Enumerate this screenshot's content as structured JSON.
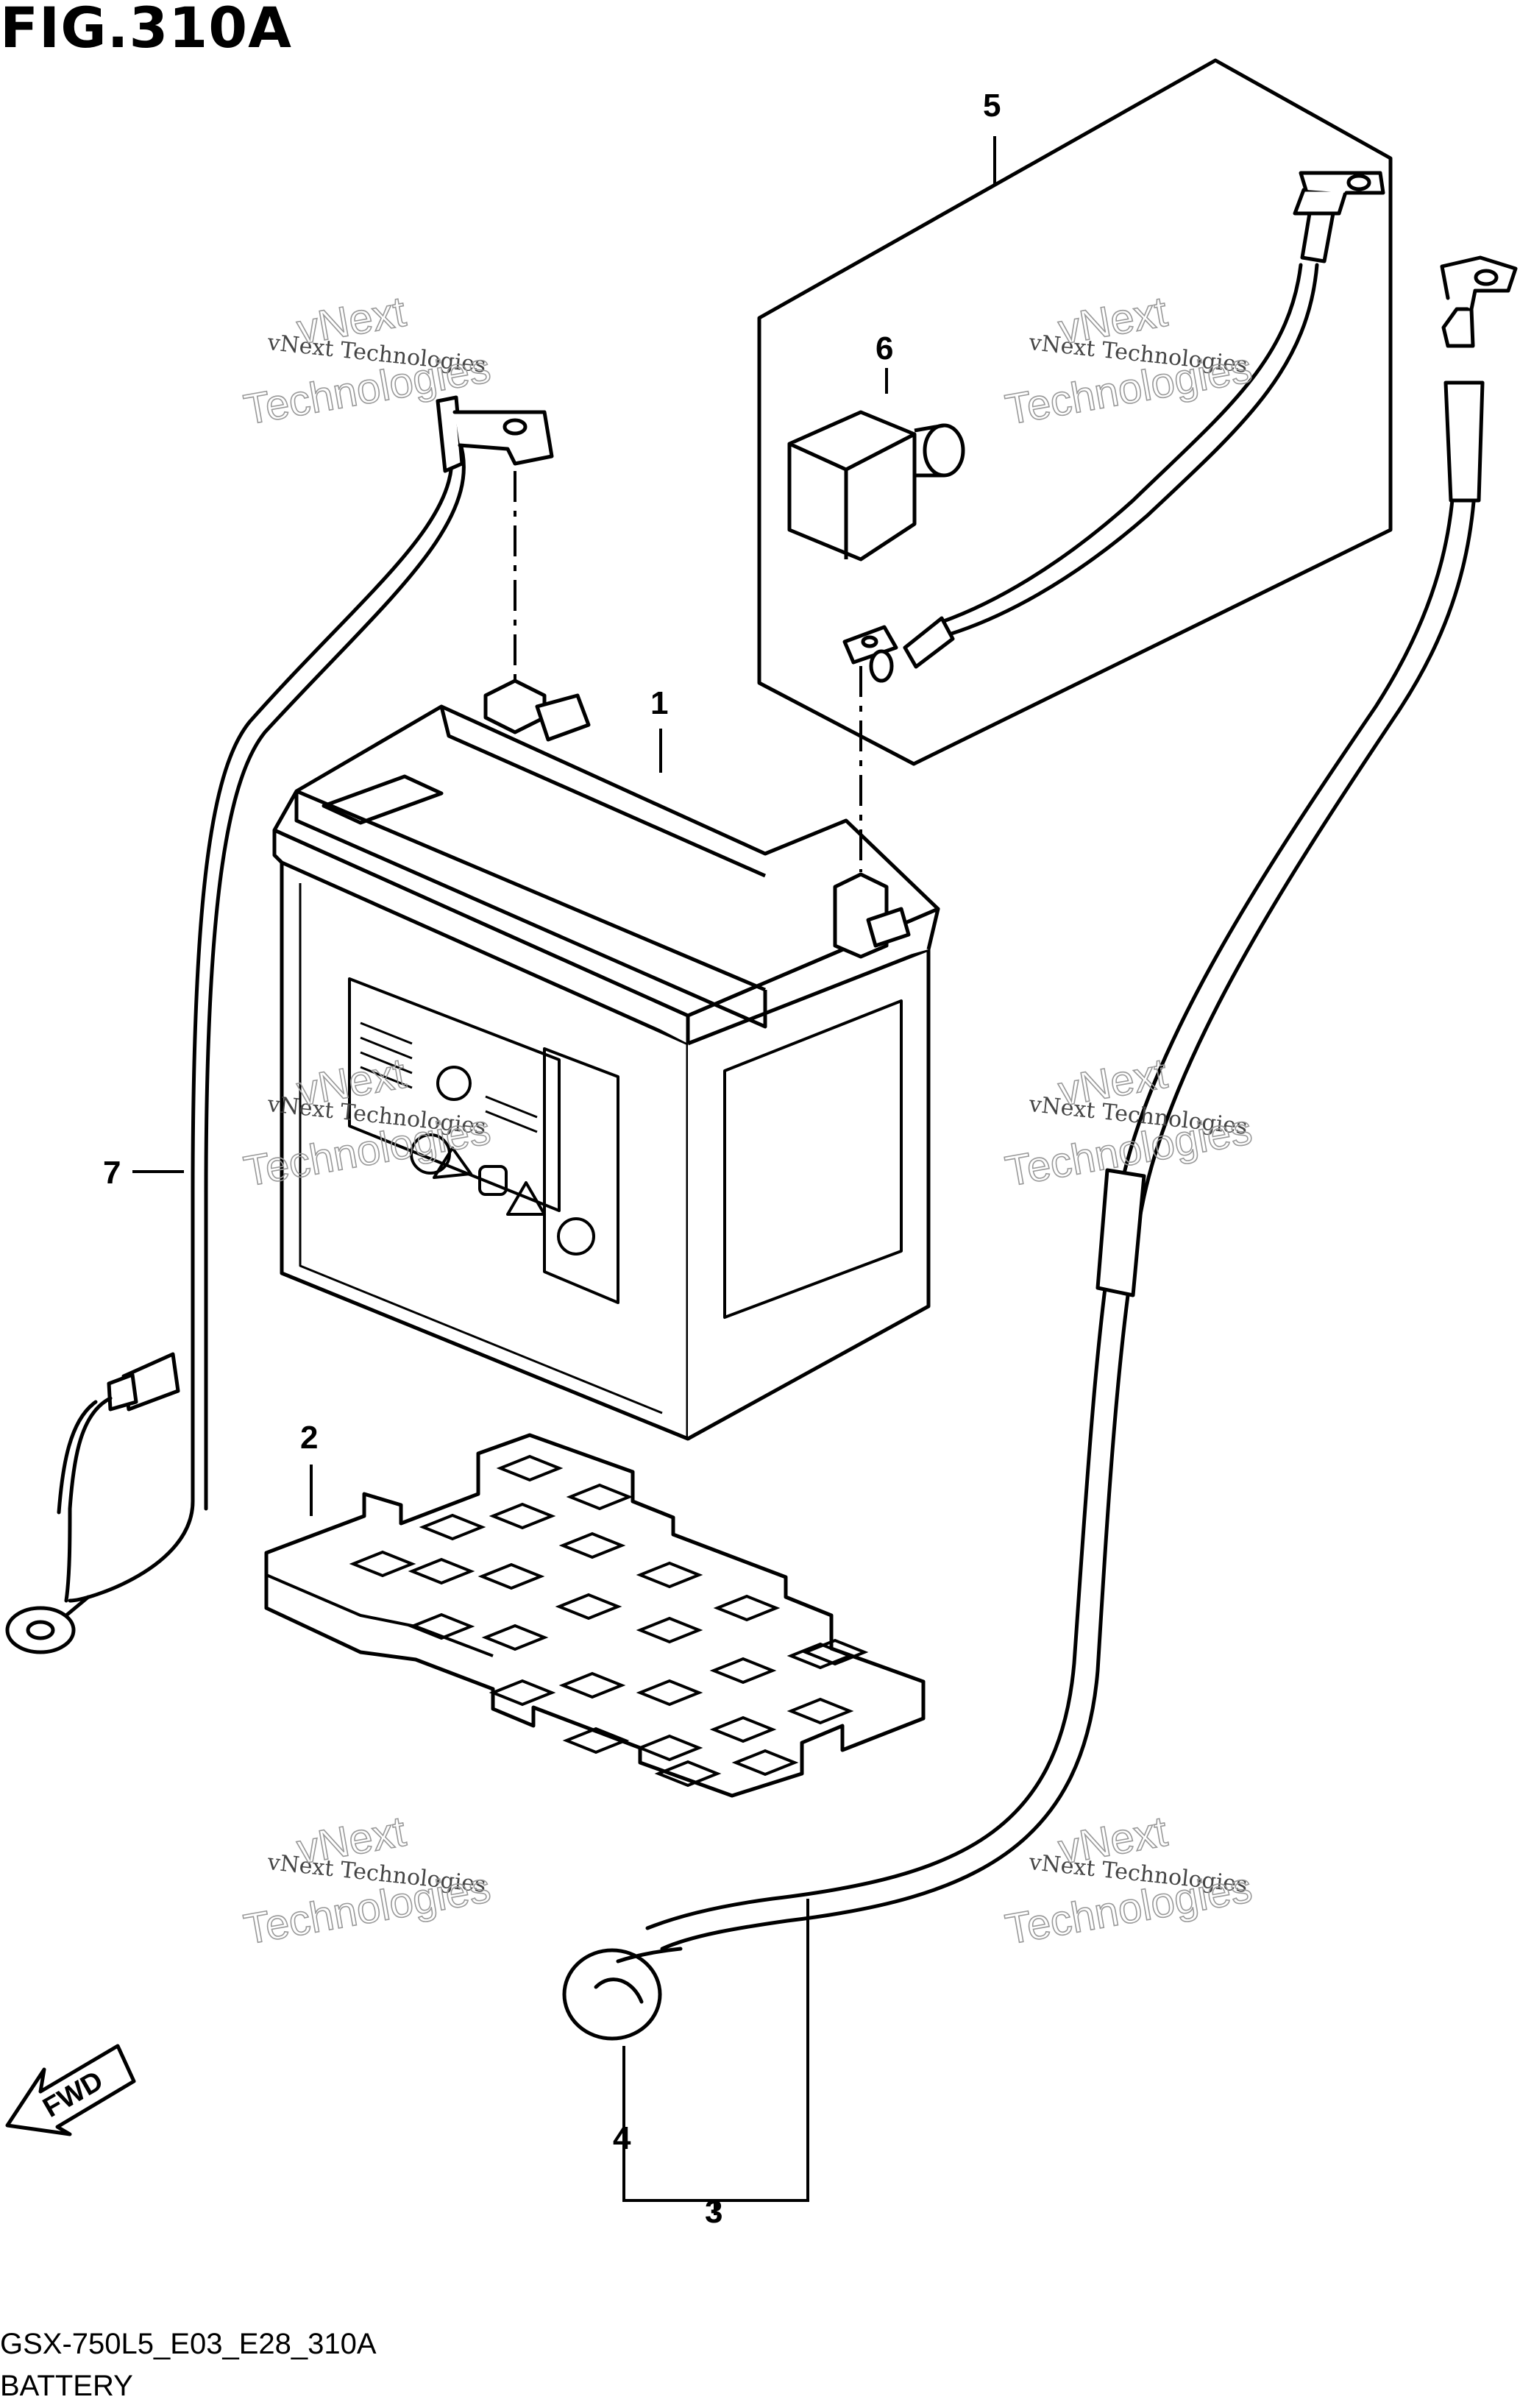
{
  "figure": {
    "title": "FIG.310A"
  },
  "callouts": [
    "1",
    "2",
    "3",
    "4",
    "5",
    "6",
    "7"
  ],
  "fwd_label": "FWD",
  "watermark": {
    "line1": "vNext Technologies",
    "line2": "vNext",
    "line3": "Technologies"
  },
  "footer": {
    "code": "GSX-750L5_E03_E28_310A",
    "name": "BATTERY"
  }
}
